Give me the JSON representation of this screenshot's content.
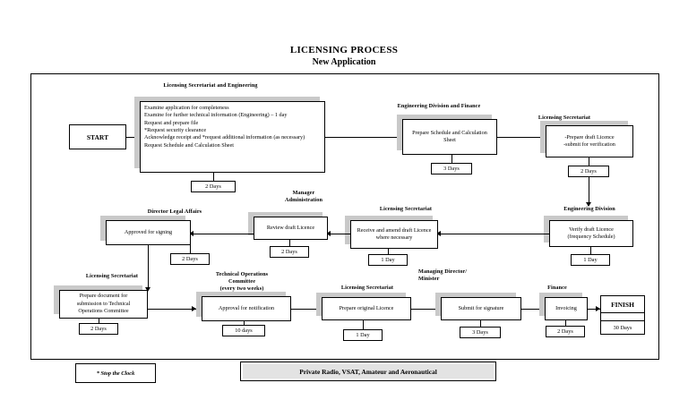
{
  "document": {
    "title": "LICENSING PROCESS",
    "subtitle": "New Application"
  },
  "terminators": {
    "start": "START",
    "finish": "FINISH",
    "finish_duration": "30 Days"
  },
  "steps": [
    {
      "id": "examine",
      "owner": "Licensing Secretariat and Engineering",
      "text": "Examine application for completeness\nExamine for further technical information (Engineering) – 1 day\nRequest and prepare file\n*Request security clearance\nAcknowledge receipt and *request additional information (as necessary)\nRequest Schedule and Calculation Sheet",
      "duration": "2 Days"
    },
    {
      "id": "prepare-schedule",
      "owner": "Engineering Division and Finance",
      "text": "Prepare Schedule and Calculation Sheet",
      "duration": "3 Days"
    },
    {
      "id": "prepare-draft-licence",
      "owner": "Licensing Secretariat",
      "text": "-Prepare draft Licence\n-submit for verification",
      "duration": "2 Days"
    },
    {
      "id": "verify-draft-licence",
      "owner": "Engineering Division",
      "text": "Verify draft Licence\n(frequency Schedule)",
      "duration": "1 Day"
    },
    {
      "id": "amend-draft-licence",
      "owner": "Licensing Secretariat",
      "text": "Receive and amend draft Licence\nwhere necessary",
      "duration": "1 Day"
    },
    {
      "id": "review-draft-licence",
      "owner": "Manager\nAdministration",
      "text": "Review draft Licence",
      "duration": "2 Days"
    },
    {
      "id": "approve-for-signing",
      "owner": "Director Legal Affairs",
      "text": "Approved for signing",
      "duration": "2 Days"
    },
    {
      "id": "prepare-submission",
      "owner": "Licensing Secretariat",
      "text": "Prepare document for\nsubmission to Technical\nOperations Committee",
      "duration": "2 Days"
    },
    {
      "id": "approval-notification",
      "owner": "Technical Operations\nCommittee\n(every two weeks)",
      "text": "Approval for notification",
      "duration": "10 days"
    },
    {
      "id": "prepare-original-licence",
      "owner": "Licensing Secretariat",
      "text": "Prepare original Licence",
      "duration": "1 Day"
    },
    {
      "id": "submit-for-signature",
      "owner": "Managing Director/\nMinister",
      "text": "Submit for signature",
      "duration": "3 Days"
    },
    {
      "id": "invoicing",
      "owner": "Finance",
      "text": "Invoicing",
      "duration": "2 Days"
    }
  ],
  "footer": {
    "legend": "* Stop the Clock",
    "scope": "Private Radio, VSAT, Amateur and Aeronautical"
  }
}
